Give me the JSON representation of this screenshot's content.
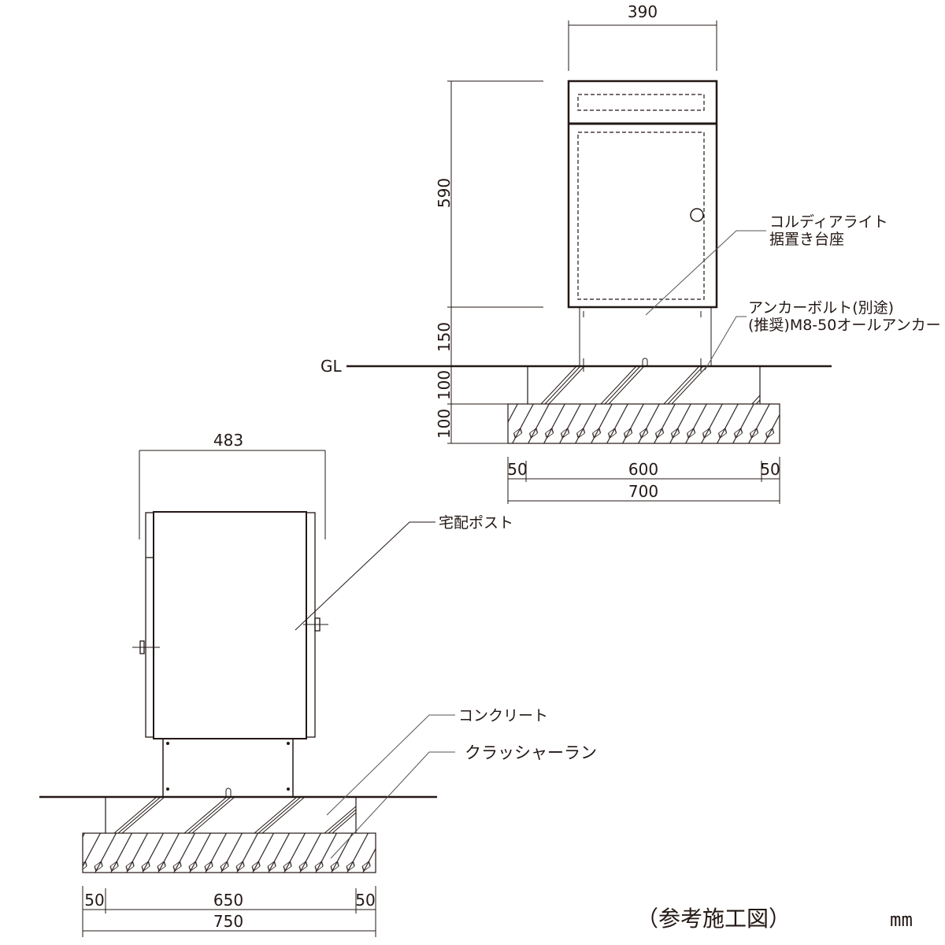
{
  "title": "（参考施工図）",
  "unit": "mm",
  "ground_label": "GL",
  "top_view": {
    "width_dim": "390",
    "height_dims": [
      "590",
      "150",
      "100",
      "100"
    ],
    "bottom_dims": {
      "left": "50",
      "center": "600",
      "right": "50",
      "total": "700"
    },
    "label_product": [
      "コルディアライト",
      "据置き台座"
    ],
    "label_anchor": [
      "アンカーボルト(別途)",
      "(推奨)M8-50オールアンカー"
    ]
  },
  "side_view": {
    "width_dim": "483",
    "bottom_dims": {
      "left": "50",
      "center": "650",
      "right": "50",
      "total": "750"
    },
    "label_post": "宅配ポスト",
    "label_concrete": "コンクリート",
    "label_crusher": "クラッシャーラン"
  },
  "colors": {
    "line": "#231815",
    "background": "#ffffff"
  }
}
